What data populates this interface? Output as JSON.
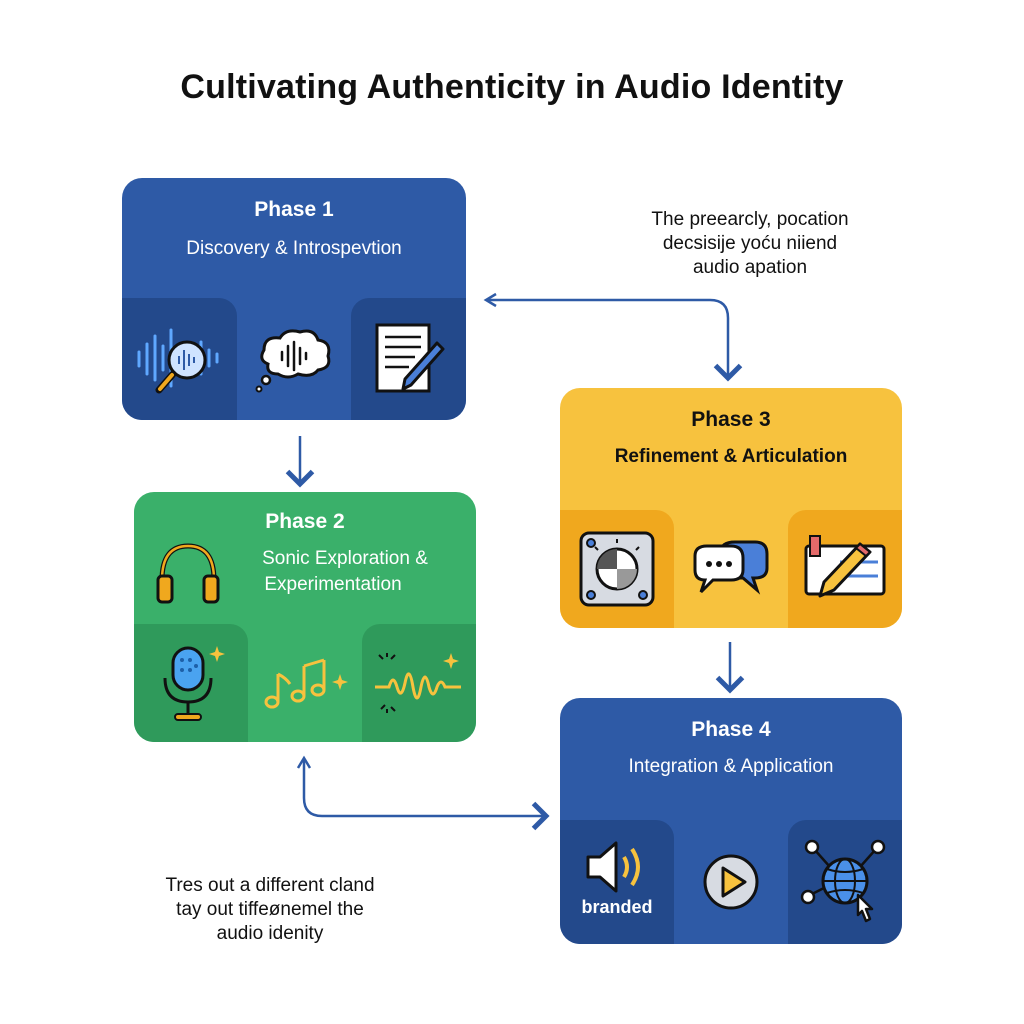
{
  "title": "Cultivating Authenticity in Audio Identity",
  "phases": [
    {
      "label": "Phase 1",
      "subtitle": "Discovery & Introspevtion",
      "color": "#2e5aa6",
      "icons": [
        "audio-waveform-magnifier-icon",
        "thought-bubble-waveform-icon",
        "document-pen-icon"
      ]
    },
    {
      "label": "Phase 2",
      "subtitle_line1": "Sonic Exploration &",
      "subtitle_line2": "Experimentation",
      "color": "#3ab06a",
      "icons": [
        "microphone-icon",
        "music-notes-icon",
        "sparkle-waveform-icon"
      ],
      "header_icon": "headphones-icon"
    },
    {
      "label": "Phase 3",
      "subtitle": "Refinement & Articulation",
      "color": "#f7c23e",
      "icons": [
        "mixing-knob-icon",
        "chat-bubbles-icon",
        "pencil-edit-icon"
      ]
    },
    {
      "label": "Phase 4",
      "subtitle": "Integration & Application",
      "color": "#2e5aa6",
      "icons": [
        "speaker-icon",
        "play-button-icon",
        "globe-network-icon"
      ],
      "branded_label": "branded"
    }
  ],
  "notes": {
    "top_right": [
      "The preearcly, pocation",
      "decsisiјe yoću niiend",
      "audio apation"
    ],
    "bottom_left": [
      "Tres out a different cland",
      "tay out tiffeønemel the",
      "audio idenity"
    ]
  },
  "colors": {
    "arrow": "#2e5aa6",
    "dark_blue": "#2e5aa6",
    "green": "#3ab06a",
    "yellow": "#f7c23e",
    "accent_orange": "#f0a81e"
  }
}
